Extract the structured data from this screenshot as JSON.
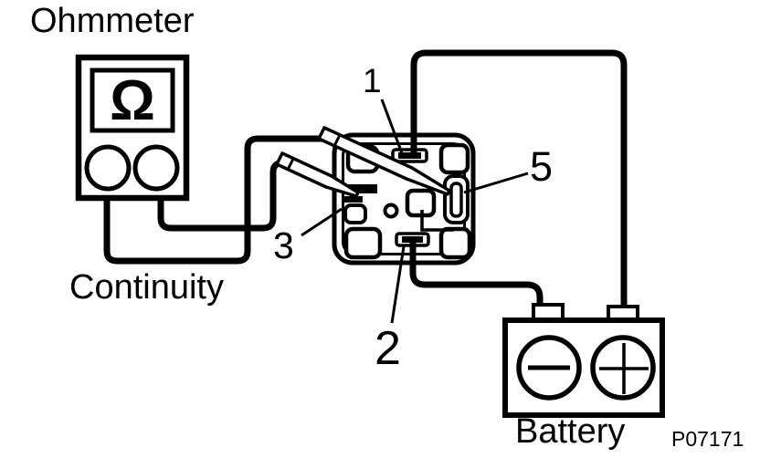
{
  "meter": {
    "title": "Ohmmeter",
    "display_symbol": "Ω",
    "reading_label": "Continuity"
  },
  "relay": {
    "terminal_labels": {
      "t1": "1",
      "t2": "2",
      "t3": "3",
      "t5": "5"
    }
  },
  "battery": {
    "title": "Battery",
    "negative_symbol": "−",
    "positive_symbol": "+"
  },
  "figure_code": "P07171",
  "colors": {
    "ink": "#000000",
    "paper": "#ffffff"
  }
}
